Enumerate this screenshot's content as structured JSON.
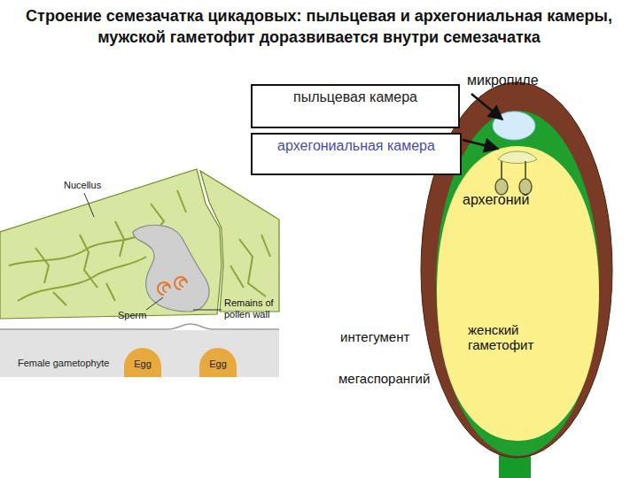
{
  "diagram": {
    "title": "Строение семезачатка цикадовых: пыльцевая и архегониальная камеры, мужской гаметофит доразвивается внутри семезачатка",
    "nodes": [
      {
        "text": [
          "пыльцевая камера"
        ]
      },
      {
        "text": [
          "архегониальная камера"
        ]
      },
      {
        "text": [
          "Female gametophyte"
        ]
      },
      {
        "text": [
          "Egg"
        ],
        "in": 2
      },
      {
        "text": [
          "Egg"
        ],
        "in": 2
      }
    ],
    "labels": [
      "Nucellus",
      "Sperm",
      "Remains of pollen wall",
      "микропиле",
      "архегоний",
      "интегумент",
      "женский гаметофит",
      "мегаспорангий"
    ]
  }
}
